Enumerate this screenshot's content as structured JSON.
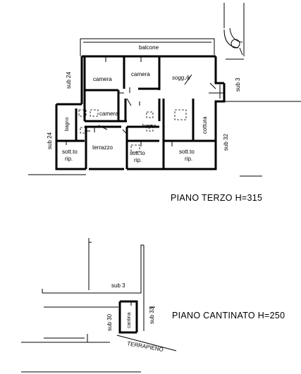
{
  "upper_floor": {
    "rooms": {
      "balcone": "balcone",
      "camera_1": "camera",
      "camera_2": "camera",
      "soggiorno": "sogg./k",
      "camera_3": "camera",
      "bagno_1": "bagno",
      "bagno_2": "bagno",
      "cottura": "cottura",
      "terrazzo": "terrazzo",
      "sottotetto_1": "sott.to\nrip.",
      "sottotetto_2": "sott.to\nrip.",
      "sottotetto_3": "sott.to\nrip."
    },
    "neighbours": {
      "left_top": "sub 24",
      "left_bottom": "sub 24",
      "right_top": "sub 3",
      "right_bottom": "sub 32"
    },
    "title": "PIANO TERZO H=315"
  },
  "basement": {
    "rooms": {
      "cantina": "cantina"
    },
    "neighbours": {
      "top": "sub 3",
      "left": "sub 30",
      "right": "sub 33"
    },
    "terrapieno": "TERRAPIENO",
    "title": "PIANO CANTINATO H=250"
  }
}
